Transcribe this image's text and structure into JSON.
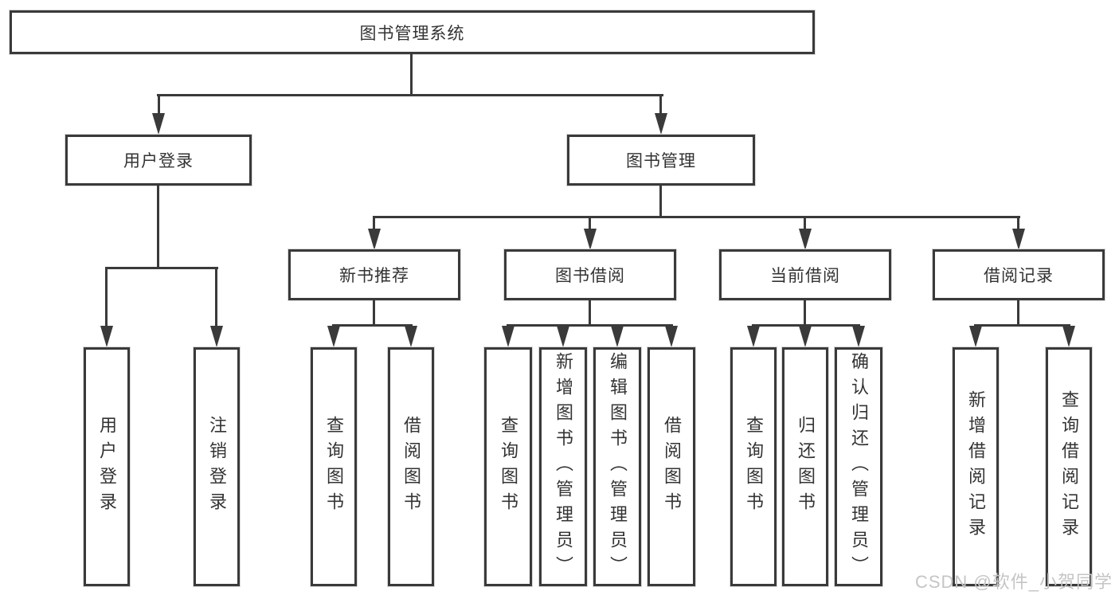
{
  "diagram": {
    "root": {
      "label": "图书管理系统"
    },
    "level2": [
      {
        "id": "user-login",
        "label": "用户登录"
      },
      {
        "id": "book-management",
        "label": "图书管理"
      }
    ],
    "level3": [
      {
        "id": "new-book-recommend",
        "parent": "图书管理",
        "label": "新书推荐"
      },
      {
        "id": "book-borrow",
        "parent": "图书管理",
        "label": "图书借阅"
      },
      {
        "id": "current-borrow",
        "parent": "图书管理",
        "label": "当前借阅"
      },
      {
        "id": "borrow-records",
        "parent": "图书管理",
        "label": "借阅记录"
      }
    ],
    "leaves": [
      {
        "parent": "用户登录",
        "label": "用户登录"
      },
      {
        "parent": "用户登录",
        "label": "注销登录"
      },
      {
        "parent": "新书推荐",
        "label": "查询图书"
      },
      {
        "parent": "新书推荐",
        "label": "借阅图书"
      },
      {
        "parent": "图书借阅",
        "label": "查询图书"
      },
      {
        "parent": "图书借阅",
        "label": "新增图书（管理员）"
      },
      {
        "parent": "图书借阅",
        "label": "编辑图书（管理员）"
      },
      {
        "parent": "图书借阅",
        "label": "借阅图书"
      },
      {
        "parent": "当前借阅",
        "label": "查询图书"
      },
      {
        "parent": "当前借阅",
        "label": "归还图书"
      },
      {
        "parent": "当前借阅",
        "label": "确认归还（管理员）"
      },
      {
        "parent": "借阅记录",
        "label": "新增借阅记录"
      },
      {
        "parent": "借阅记录",
        "label": "查询借阅记录"
      }
    ],
    "watermark": "CSDN @软件_小贺同学",
    "colors": {
      "line": "#3a3a3a",
      "text": "#333333",
      "background": "#ffffff",
      "watermark": "#c5c5c5"
    }
  }
}
